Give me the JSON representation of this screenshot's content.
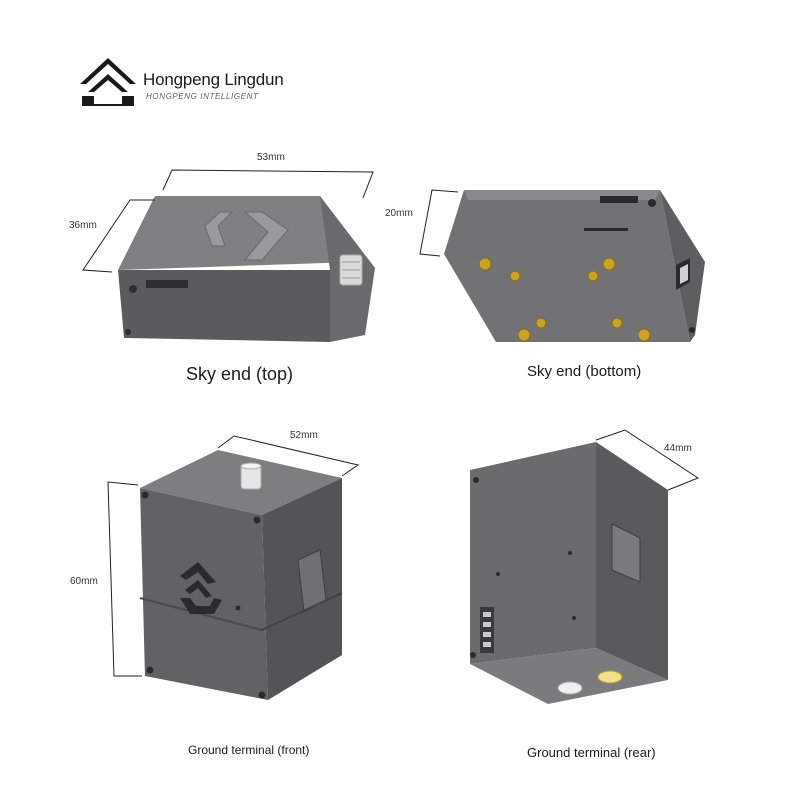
{
  "brand": {
    "name": "Hongpeng Lingdun",
    "subtitle": "HONGPENG INTELLIGENT"
  },
  "views": [
    {
      "caption": "Sky end (top)",
      "dimensions": [
        "53mm",
        "36mm"
      ]
    },
    {
      "caption": "Sky end (bottom)",
      "dimensions": [
        "20mm"
      ]
    },
    {
      "caption": "Ground terminal (front)",
      "dimensions": [
        "52mm",
        "60mm"
      ]
    },
    {
      "caption": "Ground terminal (rear)",
      "dimensions": [
        "44mm"
      ]
    }
  ],
  "colors": {
    "body_dark": "#58585a",
    "body_mid": "#6d6d70",
    "body_light": "#838386",
    "gold": "#c9a227"
  }
}
